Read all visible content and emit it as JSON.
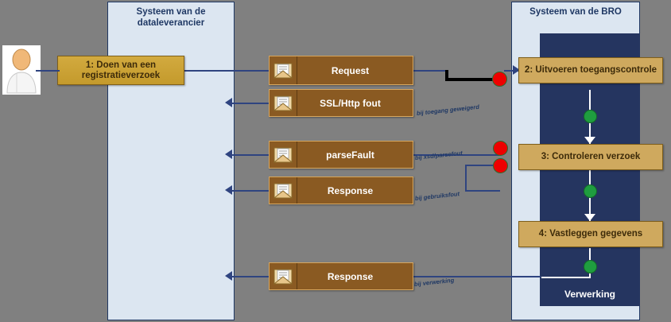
{
  "diagram": {
    "title": "Registratieverzoek procesdiagram",
    "background_color": "#808080",
    "lane_color": "#dce6f1",
    "lane_border_color": "#1f3864",
    "band_color": "#253560",
    "message_color": "#8a5a22",
    "task_color": "#cfa95e",
    "error_dot_color": "#ee0000",
    "success_dot_color": "#1f9d3f"
  },
  "lanes": [
    {
      "id": "dataleverancier",
      "title": "Systeem van de dataleverancier"
    },
    {
      "id": "bro",
      "title": "Systeem van de BRO"
    }
  ],
  "actor": {
    "name": "dataleverancier-actor",
    "icon": "person-icon"
  },
  "tasks": [
    {
      "id": "task-1",
      "label": "1: Doen van een registratieverzoek"
    },
    {
      "id": "task-2",
      "label": "2: Uitvoeren toegangscontrole"
    },
    {
      "id": "task-3",
      "label": "3:  Controleren verzoek"
    },
    {
      "id": "task-4",
      "label": "4: Vastleggen gegevens"
    }
  ],
  "band": {
    "label": "Verwerking"
  },
  "messages": [
    {
      "id": "msg-request",
      "label": "Request",
      "icon": "envelope-icon"
    },
    {
      "id": "msg-sslfout",
      "label": "SSL/Http fout",
      "icon": "envelope-icon"
    },
    {
      "id": "msg-parsefault",
      "label": "parseFault",
      "icon": "envelope-icon"
    },
    {
      "id": "msg-response-1",
      "label": "Response",
      "icon": "envelope-icon"
    },
    {
      "id": "msg-response-2",
      "label": "Response",
      "icon": "envelope-icon"
    }
  ],
  "annotations": [
    {
      "id": "anno-toegang",
      "text": "bij toegang geweigerd"
    },
    {
      "id": "anno-parsefout",
      "text": "bij xsd/parsefout"
    },
    {
      "id": "anno-gebruik",
      "text": "bij gebruiksfout"
    },
    {
      "id": "anno-verwerking",
      "text": "bij verwerking"
    }
  ],
  "events": [
    {
      "id": "event-error-toegang",
      "type": "error",
      "color": "#ee0000"
    },
    {
      "id": "event-error-parse",
      "type": "error",
      "color": "#ee0000"
    },
    {
      "id": "event-error-gebruik",
      "type": "error",
      "color": "#ee0000"
    },
    {
      "id": "event-ok-1",
      "type": "success",
      "color": "#1f9d3f"
    },
    {
      "id": "event-ok-2",
      "type": "success",
      "color": "#1f9d3f"
    },
    {
      "id": "event-ok-3",
      "type": "success",
      "color": "#1f9d3f"
    }
  ]
}
